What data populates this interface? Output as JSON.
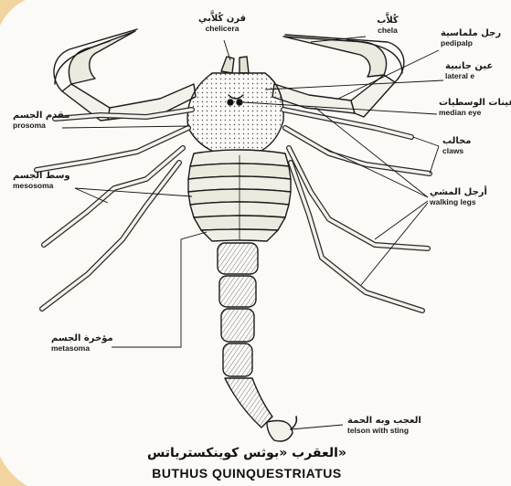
{
  "diagram": {
    "title_ar": "العقرب «بوثس كوينكسترياتس»",
    "title_en": "BUTHUS QUINQUESTRIATUS",
    "watermark": "",
    "labels": [
      {
        "id": "chelicera",
        "ar": "قرن كُلاَّبي",
        "en": "chelicera"
      },
      {
        "id": "chela",
        "ar": "كُلاَّب",
        "en": "chela"
      },
      {
        "id": "pedipalp",
        "ar": "رجل ملماسية",
        "en": "pedipalp"
      },
      {
        "id": "lateral-eye",
        "ar": "عين جانبية",
        "en": "lateral e"
      },
      {
        "id": "median-eyes",
        "ar": "عينات الوسطيات",
        "en": "median eye"
      },
      {
        "id": "prosoma",
        "ar": "مقدم الجسم",
        "en": "prosoma"
      },
      {
        "id": "claws",
        "ar": "مخالب",
        "en": "claws"
      },
      {
        "id": "mesosoma",
        "ar": "وسط الجسم",
        "en": "mesosoma"
      },
      {
        "id": "walking-legs",
        "ar": "أرجل المشي",
        "en": "walking legs"
      },
      {
        "id": "metasoma",
        "ar": "مؤخرة الجسم",
        "en": "metasoma"
      },
      {
        "id": "telson",
        "ar": "العجب وبه الحمة",
        "en": "telson with sting"
      }
    ]
  }
}
